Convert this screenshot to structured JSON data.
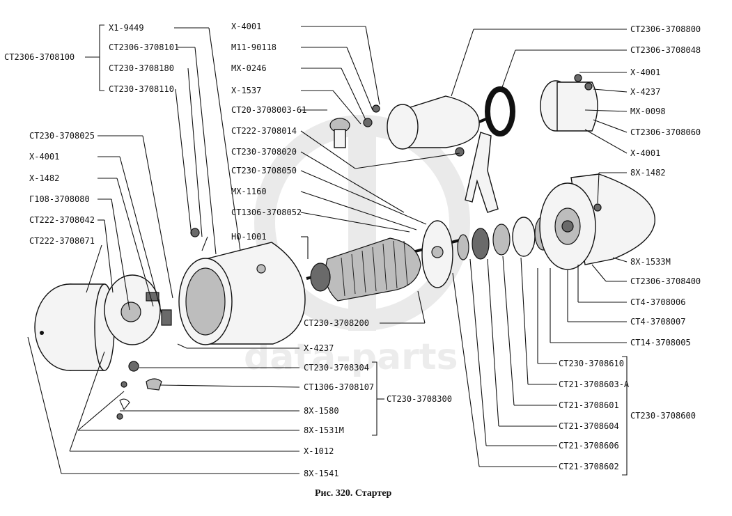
{
  "caption": "Рис. 320. Стартер",
  "watermark": "data-parts",
  "labels": [
    "X1-9449",
    "СТ2306-3708101",
    "СТ230-3708180",
    "СТ230-3708110",
    "СТ2306-3708100",
    "X-4001",
    "М11-90118",
    "МХ-0246",
    "X-1537",
    "СТ20-3708003-61",
    "СТ222-3708014",
    "СТ230-3708020",
    "СТ230-3708050",
    "МХ-1160",
    "СТ1306-3708052",
    "НО-1001",
    "СТ230-3708025",
    "X-4001",
    "X-1482",
    "Г108-3708080",
    "СТ222-3708042",
    "СТ222-3708071",
    "СТ2306-3708800",
    "СТ2306-3708048",
    "X-4001",
    "X-4237",
    "МХ-0098",
    "СТ2306-3708060",
    "X-4001",
    "8Х-1482",
    "8Х-1533М",
    "СТ2306-3708400",
    "СТ4-3708006",
    "СТ4-3708007",
    "СТ14-3708005",
    "СТ230-3708200",
    "X-4237",
    "СТ230-3708304",
    "СТ1306-3708107",
    "СТ230-3708300",
    "8Х-1580",
    "8Х-1531М",
    "X-1012",
    "8Х-1541",
    "СТ230-3708610",
    "СТ21-3708603-А",
    "СТ21-3708601",
    "СТ21-3708604",
    "СТ21-3708606",
    "СТ21-3708602",
    "СТ230-3708600"
  ]
}
